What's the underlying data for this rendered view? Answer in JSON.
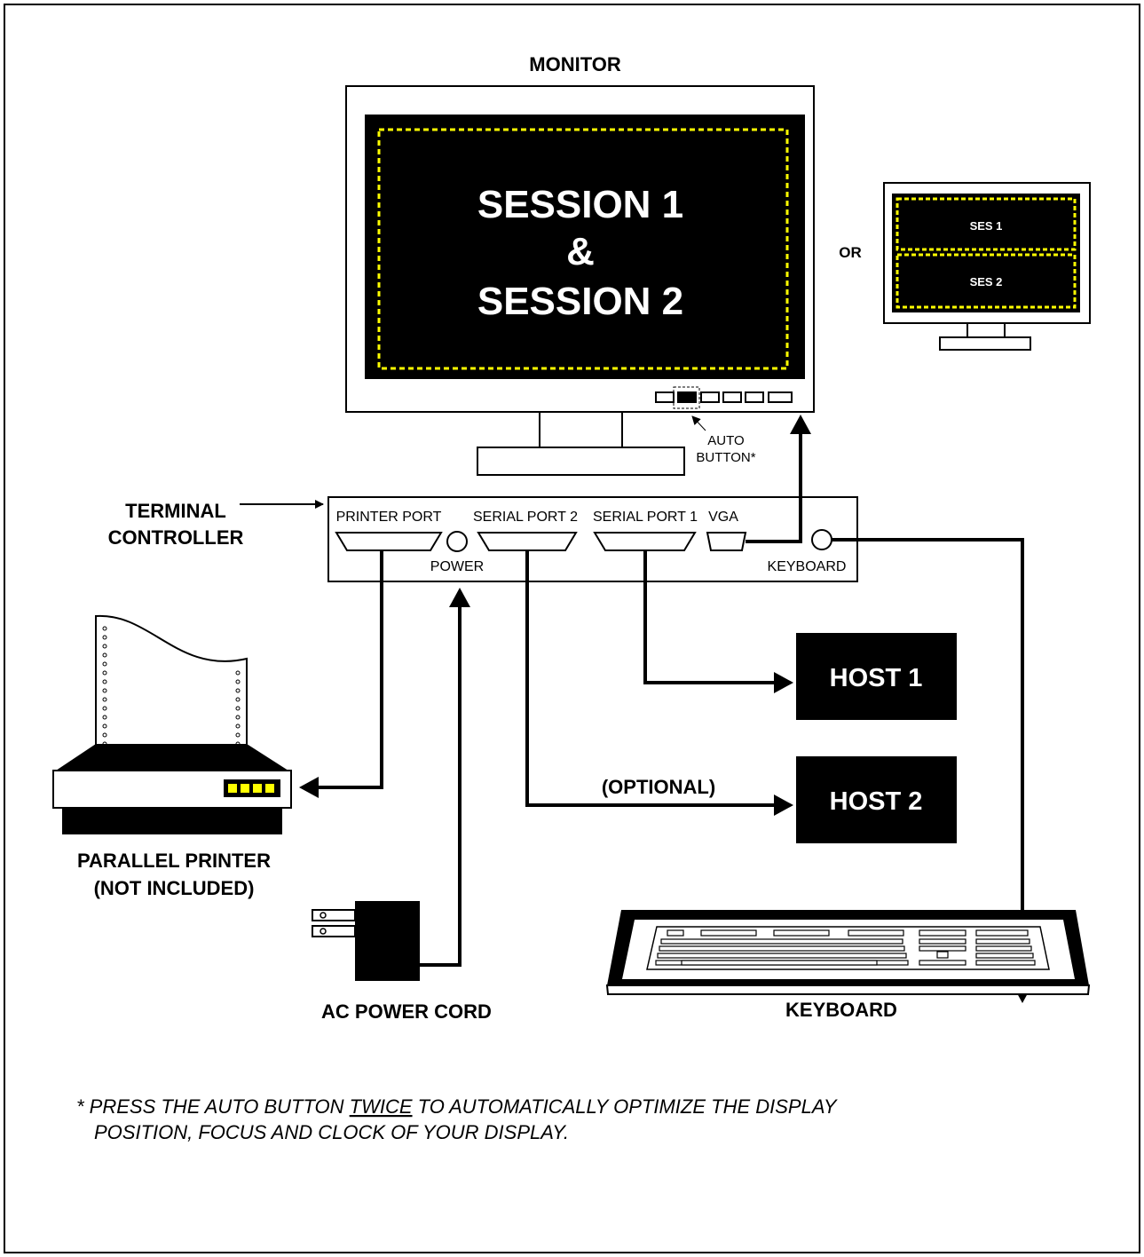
{
  "monitor": {
    "title": "MONITOR",
    "screen_line1": "SESSION 1",
    "screen_line2": "&",
    "screen_line3": "SESSION 2",
    "auto_button_line1": "AUTO",
    "auto_button_line2": "BUTTON*"
  },
  "alt_monitor": {
    "or_label": "OR",
    "session1_label": "SES 1",
    "session2_label": "SES 2"
  },
  "controller": {
    "title_line1": "TERMINAL",
    "title_line2": "CONTROLLER",
    "printer_port": "PRINTER PORT",
    "serial_port_2": "SERIAL PORT 2",
    "serial_port_1": "SERIAL PORT 1",
    "vga": "VGA",
    "power": "POWER",
    "keyboard": "KEYBOARD"
  },
  "hosts": {
    "host1": "HOST 1",
    "host2": "HOST 2",
    "optional": "(OPTIONAL)"
  },
  "printer": {
    "line1": "PARALLEL PRINTER",
    "line2": "(NOT INCLUDED)"
  },
  "power_cord": {
    "label": "AC POWER CORD"
  },
  "keyboard": {
    "label": "KEYBOARD"
  },
  "footnote": {
    "prefix": "* PRESS THE AUTO BUTTON ",
    "emphasis": "TWICE",
    "suffix": " TO AUTOMATICALLY OPTIMIZE THE DISPLAY",
    "line2": "POSITION, FOCUS AND CLOCK OF YOUR DISPLAY."
  },
  "colors": {
    "screen": "#000000",
    "session_outline": "#ffff00",
    "printer_lights": "#ffff00"
  }
}
